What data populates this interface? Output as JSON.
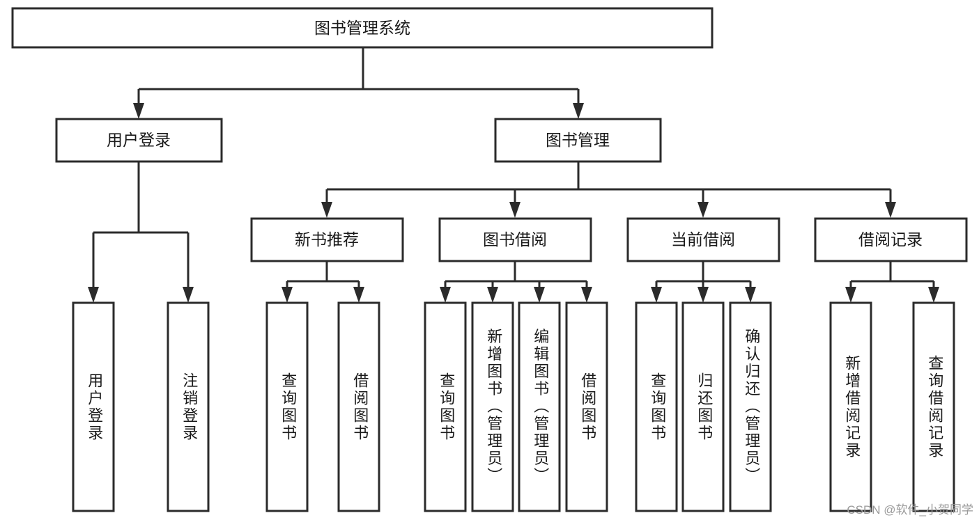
{
  "diagram": {
    "title": "图书管理系统",
    "type": "tree",
    "root": {
      "id": "root",
      "label": "图书管理系统",
      "orientation": "horizontal"
    },
    "level2": [
      {
        "id": "user-login",
        "label": "用户登录",
        "orientation": "horizontal"
      },
      {
        "id": "book-management",
        "label": "图书管理",
        "orientation": "horizontal"
      }
    ],
    "level3": [
      {
        "id": "new-book-recommend",
        "label": "新书推荐",
        "orientation": "horizontal",
        "parent": "book-management"
      },
      {
        "id": "book-borrow",
        "label": "图书借阅",
        "orientation": "horizontal",
        "parent": "book-management"
      },
      {
        "id": "current-borrow",
        "label": "当前借阅",
        "orientation": "horizontal",
        "parent": "book-management"
      },
      {
        "id": "borrow-record",
        "label": "借阅记录",
        "orientation": "horizontal",
        "parent": "book-management"
      }
    ],
    "leaves": [
      {
        "id": "leaf-user-login",
        "label": "用户登录",
        "orientation": "vertical",
        "parent": "user-login"
      },
      {
        "id": "leaf-user-logout",
        "label": "注销登录",
        "orientation": "vertical",
        "parent": "user-login"
      },
      {
        "id": "leaf-query-book-1",
        "label": "查询图书",
        "orientation": "vertical",
        "parent": "new-book-recommend"
      },
      {
        "id": "leaf-borrow-book-1",
        "label": "借阅图书",
        "orientation": "vertical",
        "parent": "new-book-recommend"
      },
      {
        "id": "leaf-query-book-2",
        "label": "查询图书",
        "orientation": "vertical",
        "parent": "book-borrow"
      },
      {
        "id": "leaf-add-book",
        "label": "新增图书（管理员）",
        "orientation": "vertical",
        "parent": "book-borrow"
      },
      {
        "id": "leaf-edit-book",
        "label": "编辑图书（管理员）",
        "orientation": "vertical",
        "parent": "book-borrow"
      },
      {
        "id": "leaf-borrow-book-2",
        "label": "借阅图书",
        "orientation": "vertical",
        "parent": "book-borrow"
      },
      {
        "id": "leaf-query-book-3",
        "label": "查询图书",
        "orientation": "vertical",
        "parent": "current-borrow"
      },
      {
        "id": "leaf-return-book",
        "label": "归还图书",
        "orientation": "vertical",
        "parent": "current-borrow"
      },
      {
        "id": "leaf-confirm-return",
        "label": "确认归还（管理员）",
        "orientation": "vertical",
        "parent": "current-borrow"
      },
      {
        "id": "leaf-add-record",
        "label": "新增借阅记录",
        "orientation": "vertical",
        "parent": "borrow-record"
      },
      {
        "id": "leaf-query-record",
        "label": "查询借阅记录",
        "orientation": "vertical",
        "parent": "borrow-record"
      }
    ],
    "colors": {
      "box_stroke": "#2b2b2b",
      "box_fill": "#ffffff",
      "connector": "#2b2b2b",
      "text": "#1a1a1a",
      "background": "#ffffff",
      "watermark": "#9a9a9a"
    }
  },
  "watermark": {
    "text": "CSDN @软件_小贺同学"
  }
}
